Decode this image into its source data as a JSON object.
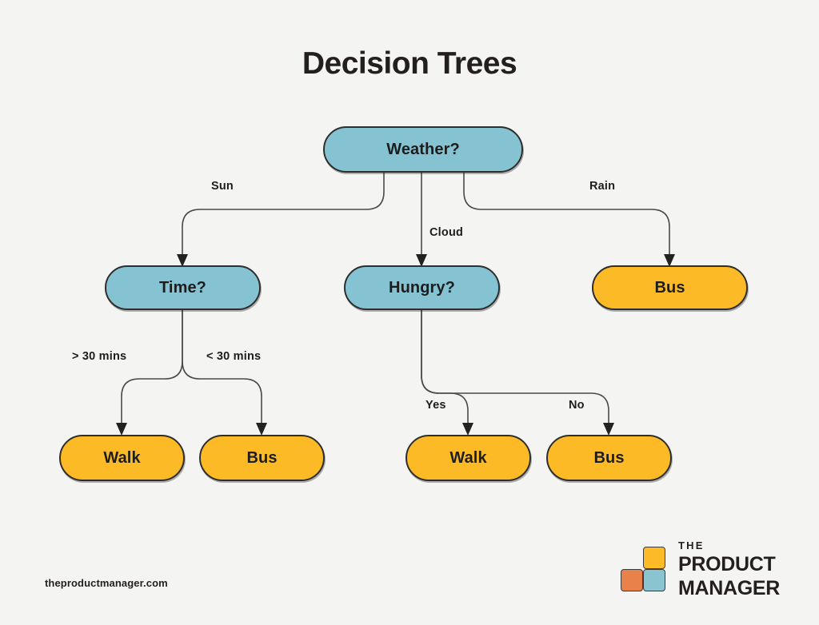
{
  "page": {
    "title": "Decision Trees",
    "background_color": "#f4f4f2",
    "site_url": "theproductmanager.com"
  },
  "colors": {
    "decision_node": "#85c3d3",
    "leaf_node": "#fcbb26",
    "node_border": "#2e2e2e",
    "edge": "#4a4a4a",
    "text": "#1d1d1d",
    "logo_orange": "#e8824a",
    "logo_teal": "#8ac4d0",
    "logo_yellow": "#fcbb26"
  },
  "diagram": {
    "type": "decision-tree",
    "nodes": [
      {
        "id": "weather",
        "label": "Weather?",
        "kind": "decision",
        "level": 0
      },
      {
        "id": "time",
        "label": "Time?",
        "kind": "decision",
        "level": 1
      },
      {
        "id": "hungry",
        "label": "Hungry?",
        "kind": "decision",
        "level": 1
      },
      {
        "id": "bus_rain",
        "label": "Bus",
        "kind": "leaf",
        "level": 1
      },
      {
        "id": "walk_long",
        "label": "Walk",
        "kind": "leaf",
        "level": 2
      },
      {
        "id": "bus_short",
        "label": "Bus",
        "kind": "leaf",
        "level": 2
      },
      {
        "id": "walk_yes",
        "label": "Walk",
        "kind": "leaf",
        "level": 2
      },
      {
        "id": "bus_no",
        "label": "Bus",
        "kind": "leaf",
        "level": 2
      }
    ],
    "edges": [
      {
        "from": "weather",
        "to": "time",
        "label": "Sun"
      },
      {
        "from": "weather",
        "to": "hungry",
        "label": "Cloud"
      },
      {
        "from": "weather",
        "to": "bus_rain",
        "label": "Rain"
      },
      {
        "from": "time",
        "to": "walk_long",
        "label": "> 30 mins"
      },
      {
        "from": "time",
        "to": "bus_short",
        "label": "< 30 mins"
      },
      {
        "from": "hungry",
        "to": "walk_yes",
        "label": "Yes"
      },
      {
        "from": "hungry",
        "to": "bus_no",
        "label": "No"
      }
    ]
  },
  "logo": {
    "line1": "THE",
    "line2": "PRODUCT",
    "line3": "MANAGER"
  }
}
